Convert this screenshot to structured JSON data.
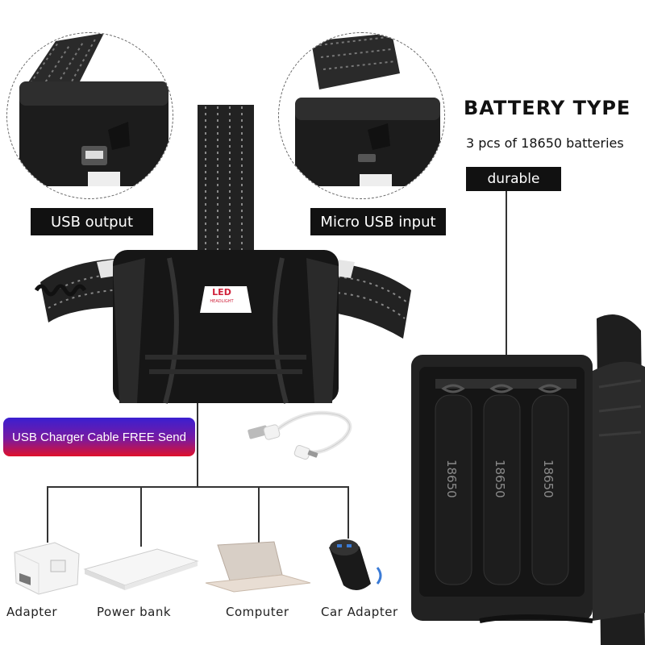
{
  "labels": {
    "usb_output": "USB output",
    "micro_usb_input": "Micro USB input",
    "battery_type": "BATTERY TYPE",
    "battery_desc": "3 pcs of 18650 batteries",
    "durable": "durable",
    "usb_cable_free": "USB Charger Cable FREE Send",
    "led": "LED",
    "headlight": "HEADLIGHT",
    "battery_marking": "18650"
  },
  "devices": [
    {
      "label": "Adapter",
      "icon": "wall-adapter-icon"
    },
    {
      "label": "Power bank",
      "icon": "power-bank-icon"
    },
    {
      "label": "Computer",
      "icon": "laptop-icon"
    },
    {
      "label": "Car Adapter",
      "icon": "car-charger-icon"
    }
  ],
  "colors": {
    "gradient_start": "#3a1fd1",
    "gradient_end": "#e0102a",
    "label_bg": "#111111",
    "led_red": "#d0213a"
  }
}
